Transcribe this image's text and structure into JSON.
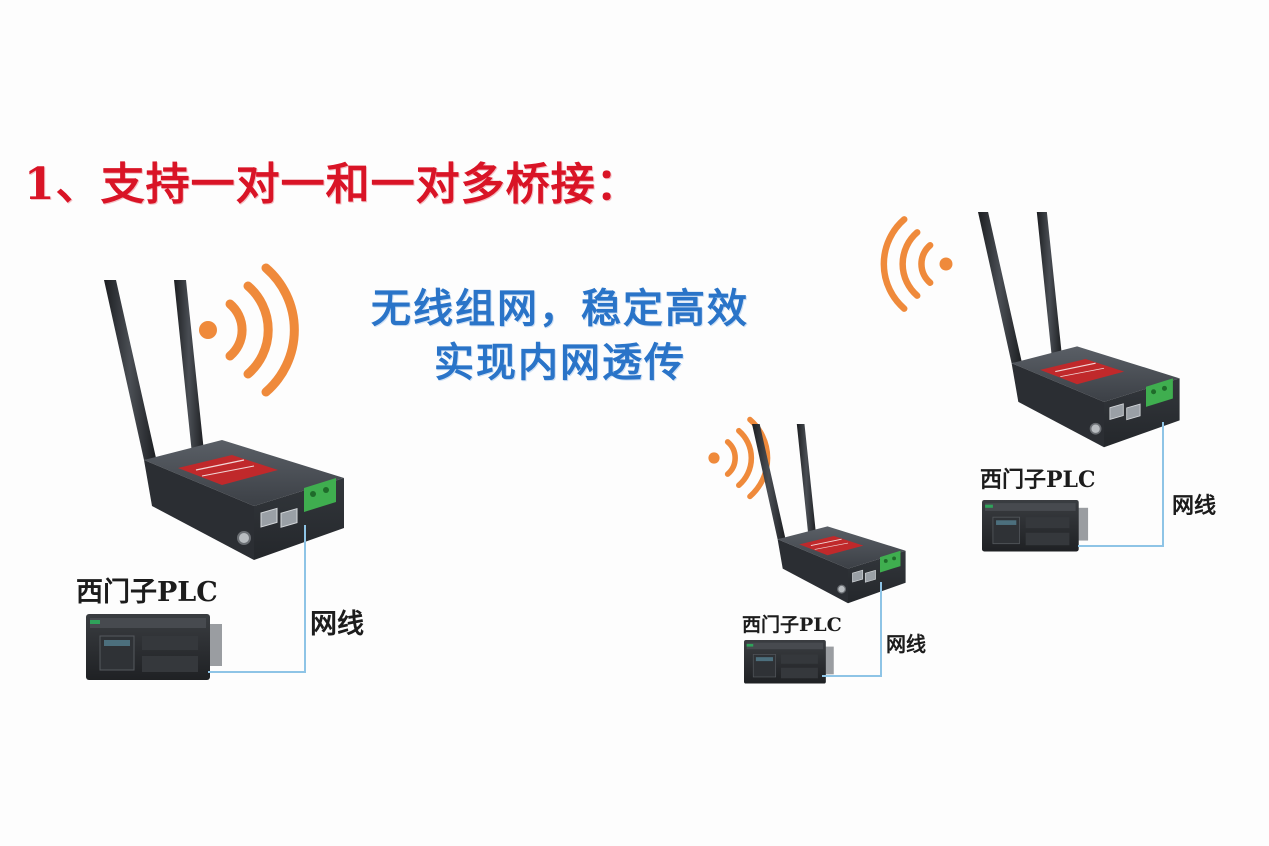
{
  "heading": "1、支持一对一和一对多桥接：",
  "tagline": {
    "line1": "无线组网，稳定高效",
    "line2": "实现内网透传"
  },
  "labels": {
    "plc": "西门子PLC",
    "cable": "网线"
  },
  "colors": {
    "heading": "#d91426",
    "tagline": "#2a74c8",
    "signal": "#ef8a3b",
    "cable": "#8ec4e6",
    "router_body": "#3b3f44",
    "router_label": "#c0292b",
    "terminal_block": "#3fae4f",
    "plc_body": "#2a2c2f"
  },
  "icons": [
    "wifi-signal-icon",
    "router-icon",
    "plc-icon"
  ]
}
